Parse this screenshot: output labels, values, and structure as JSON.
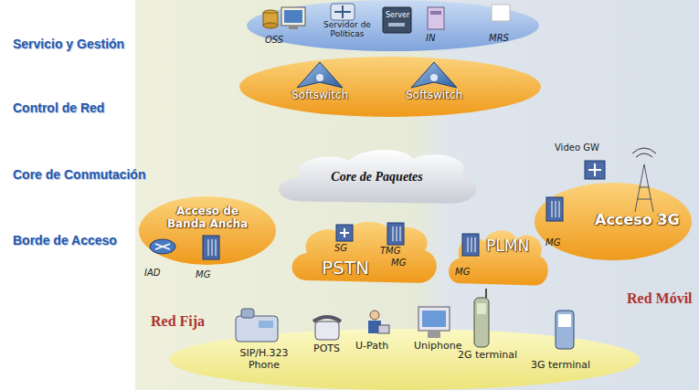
{
  "diagram": {
    "nodes": [
      {
        "text": [
          "OSS",
          "Servidor de Políticas",
          "Server",
          "IN",
          "MRS"
        ]
      },
      {
        "text": [
          "Softswitch"
        ]
      },
      {
        "text": [
          "Softswitch"
        ]
      },
      {
        "text": [
          "Core de Paquetes"
        ]
      },
      {
        "text": [
          "Acceso de Banda Ancha",
          "IAD",
          "MG"
        ]
      },
      {
        "text": [
          "SG",
          "TMG",
          "PSTN",
          "MG"
        ]
      },
      {
        "text": [
          "MG",
          "PLMN"
        ]
      },
      {
        "text": [
          "Video GW",
          "MG",
          "Acceso 3G"
        ]
      },
      {
        "text": [
          "SIP/H.323 Phone",
          "POTS",
          "U-Path",
          "Uniphone",
          "2G terminal",
          "3G terminal"
        ]
      }
    ],
    "edges": [],
    "labels": [
      "Servicio y Gestión",
      "Control de Red",
      "Core de Conmutación",
      "Borde de Acceso",
      "Red Fija",
      "Red Móvil"
    ]
  }
}
